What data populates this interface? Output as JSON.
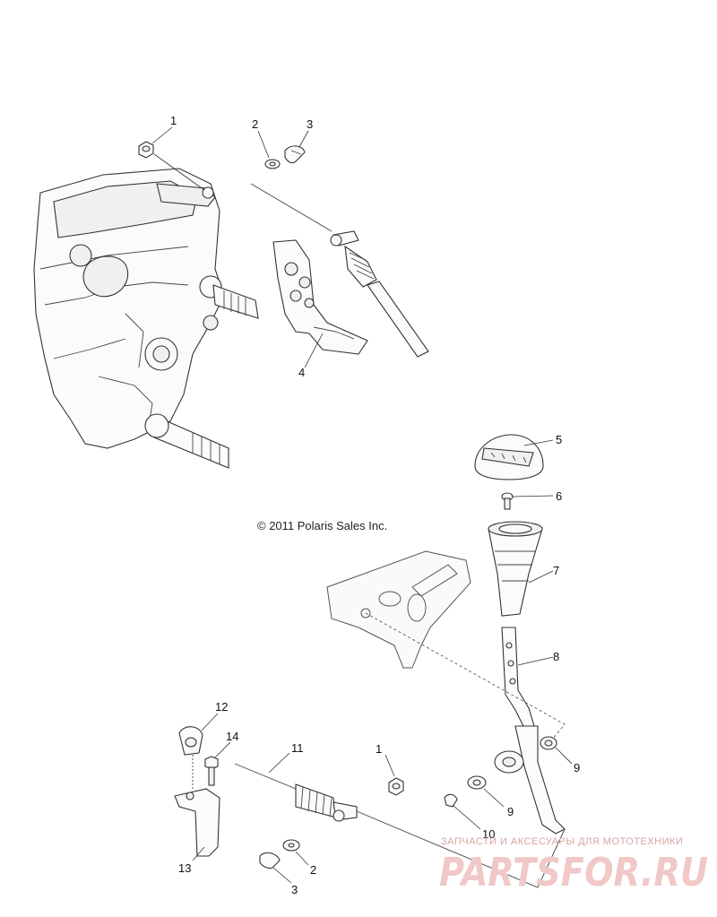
{
  "copyright": "© 2011 Polaris Sales Inc.",
  "watermark": {
    "tagline": "ЗАПЧАСТИ И АКСЕСУАРЫ ДЛЯ МОТОТЕХНИКИ",
    "brand": "PARTSFOR.RU"
  },
  "callouts": {
    "c1a": "1",
    "c2a": "2",
    "c3a": "3",
    "c4": "4",
    "c5": "5",
    "c6": "6",
    "c7": "7",
    "c8": "8",
    "c9a": "9",
    "c9b": "9",
    "c1b": "1",
    "c10": "10",
    "c11": "11",
    "c12": "12",
    "c13": "13",
    "c14": "14",
    "c2b": "2",
    "c3b": "3"
  }
}
